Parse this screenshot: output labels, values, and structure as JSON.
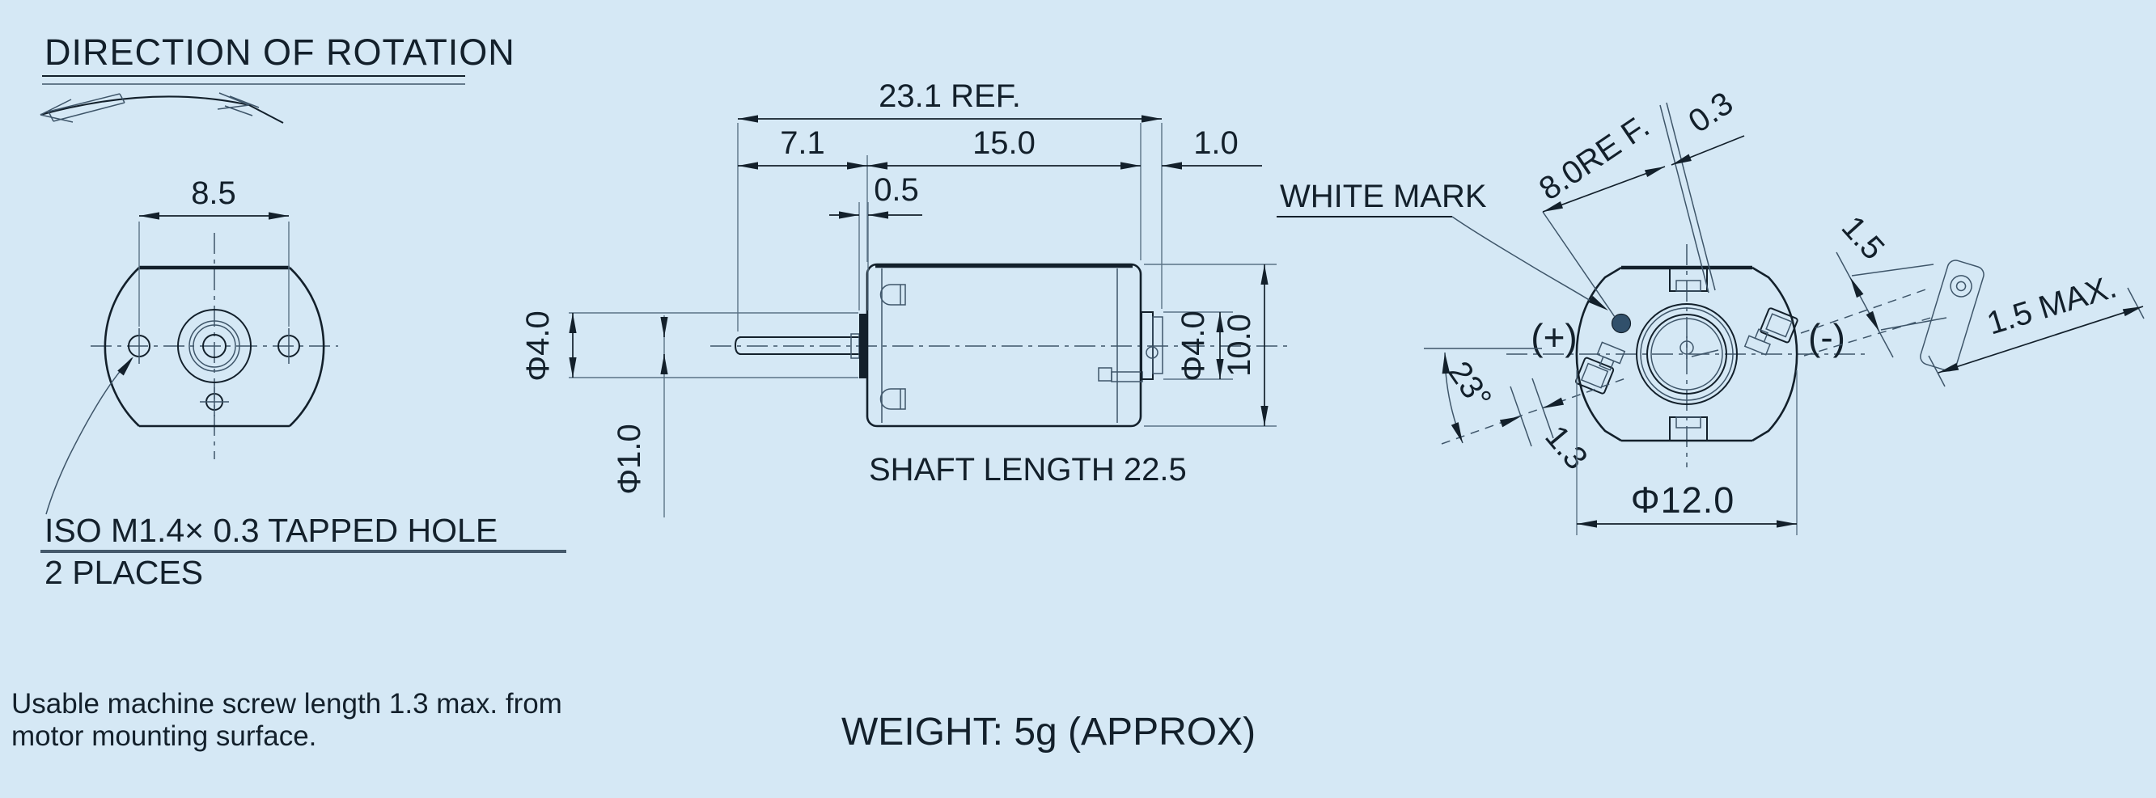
{
  "colors": {
    "background": "#d5e8f5",
    "ink": "#13202b",
    "thin": "#3f566a",
    "ext": "#5b7386"
  },
  "header": {
    "title": "DIRECTION OF ROTATION"
  },
  "front_view": {
    "dim_hole_spacing": "8.5",
    "tapped_hole_note_line1": "ISO M1.4× 0.3 TAPPED HOLE",
    "tapped_hole_note_line2": "2 PLACES"
  },
  "side_view": {
    "dim_overall": "23.1 REF.",
    "dim_shaft_front": "7.1",
    "dim_body_length": "15.0",
    "dim_rear_boss": "1.0",
    "dim_boss_protrusion": "0.5",
    "dia_front_boss": "Φ4.0",
    "dia_shaft": "Φ1.0",
    "dia_rear_boss": "Φ4.0",
    "dim_body_height": "10.0",
    "shaft_length_note": "SHAFT LENGTH 22.5"
  },
  "rear_view": {
    "white_mark_label": "WHITE MARK",
    "dim_ref": "8.0RE F.",
    "dim_slot": "0.3",
    "terminal_plus": "(+)",
    "terminal_minus": "(-)",
    "dim_angle": "23°",
    "dim_brush": "1.3",
    "dia_body": "Φ12.0",
    "dim_terminal": "1.5",
    "dim_terminal_max": "1.5 MAX."
  },
  "notes": {
    "screw_note_line1": "Usable machine screw length 1.3 max. from",
    "screw_note_line2": "motor mounting surface.",
    "weight_note": "WEIGHT: 5g (APPROX)"
  }
}
